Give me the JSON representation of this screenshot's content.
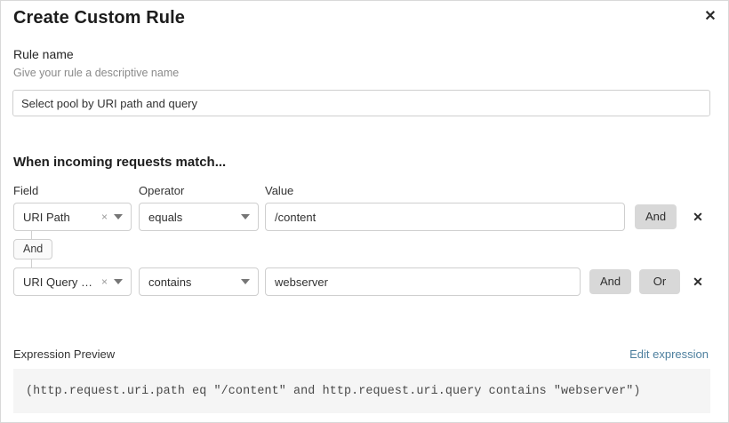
{
  "dialog": {
    "title": "Create Custom Rule",
    "close_label": "✕"
  },
  "rule_name": {
    "label": "Rule name",
    "help": "Give your rule a descriptive name",
    "value": "Select pool by URI path and query",
    "placeholder": "Select pool by URI path and query"
  },
  "conditions": {
    "section_heading": "When incoming requests match...",
    "columns": {
      "field": "Field",
      "operator": "Operator",
      "value": "Value"
    },
    "connector": {
      "label": "And"
    },
    "rows": [
      {
        "field": "URI Path",
        "field_clear": "×",
        "operator": "equals",
        "value": "/content",
        "logic_buttons": [
          "And"
        ],
        "delete_label": "✕"
      },
      {
        "field": "URI Query St...",
        "field_clear": "×",
        "operator": "contains",
        "value": "webserver",
        "logic_buttons": [
          "And",
          "Or"
        ],
        "delete_label": "✕"
      }
    ]
  },
  "expression": {
    "label": "Expression Preview",
    "edit_link": "Edit expression",
    "code": "(http.request.uri.path eq \"/content\" and http.request.uri.query contains \"webserver\")"
  },
  "colors": {
    "link": "#4d7f9e",
    "button_bg": "#d8d8d8",
    "code_bg": "#f5f5f5",
    "border": "#cfcfcf"
  }
}
